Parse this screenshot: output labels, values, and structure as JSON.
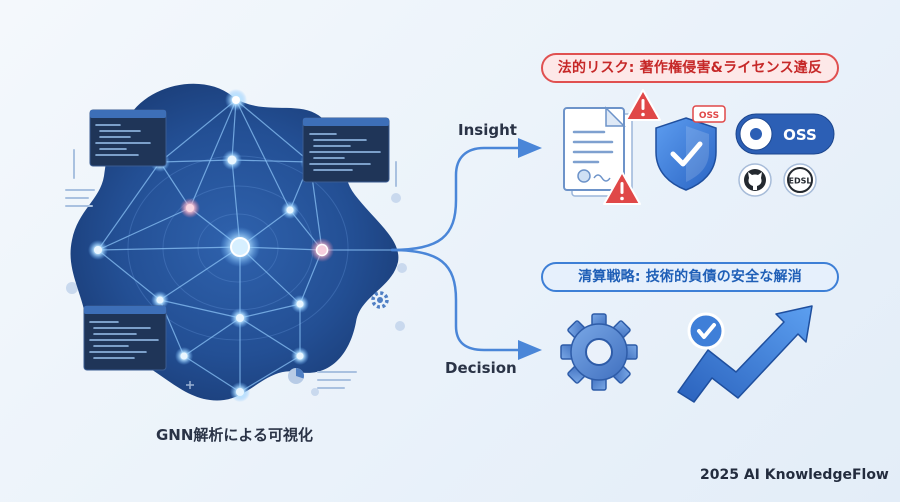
{
  "network": {
    "caption": "GNN解析による可視化"
  },
  "flow": {
    "insight_label": "Insight",
    "decision_label": "Decision"
  },
  "legal_risk": {
    "banner": "法的リスク: 著作権侵害&ライセンス違反",
    "oss_tag": "OSS",
    "oss_toggle_label": "OSS",
    "license_tag": "EDSL"
  },
  "strategy": {
    "banner": "清算戦略: 技術的負債の安全な解消"
  },
  "footer": {
    "credit": "2025 AI KnowledgeFlow"
  },
  "colors": {
    "blob_dark": "#1c3e7c",
    "accent_blue": "#3d7fd6",
    "alert_red": "#e05050",
    "node_glow": "#9fd6ff",
    "node_pink": "#f2a7c0"
  },
  "icons": [
    "document-icon",
    "warning-icon",
    "shield-check-icon",
    "oss-toggle-icon",
    "github-icon",
    "license-badge-icon",
    "gear-icon",
    "check-badge-icon",
    "trend-up-arrow-icon"
  ]
}
